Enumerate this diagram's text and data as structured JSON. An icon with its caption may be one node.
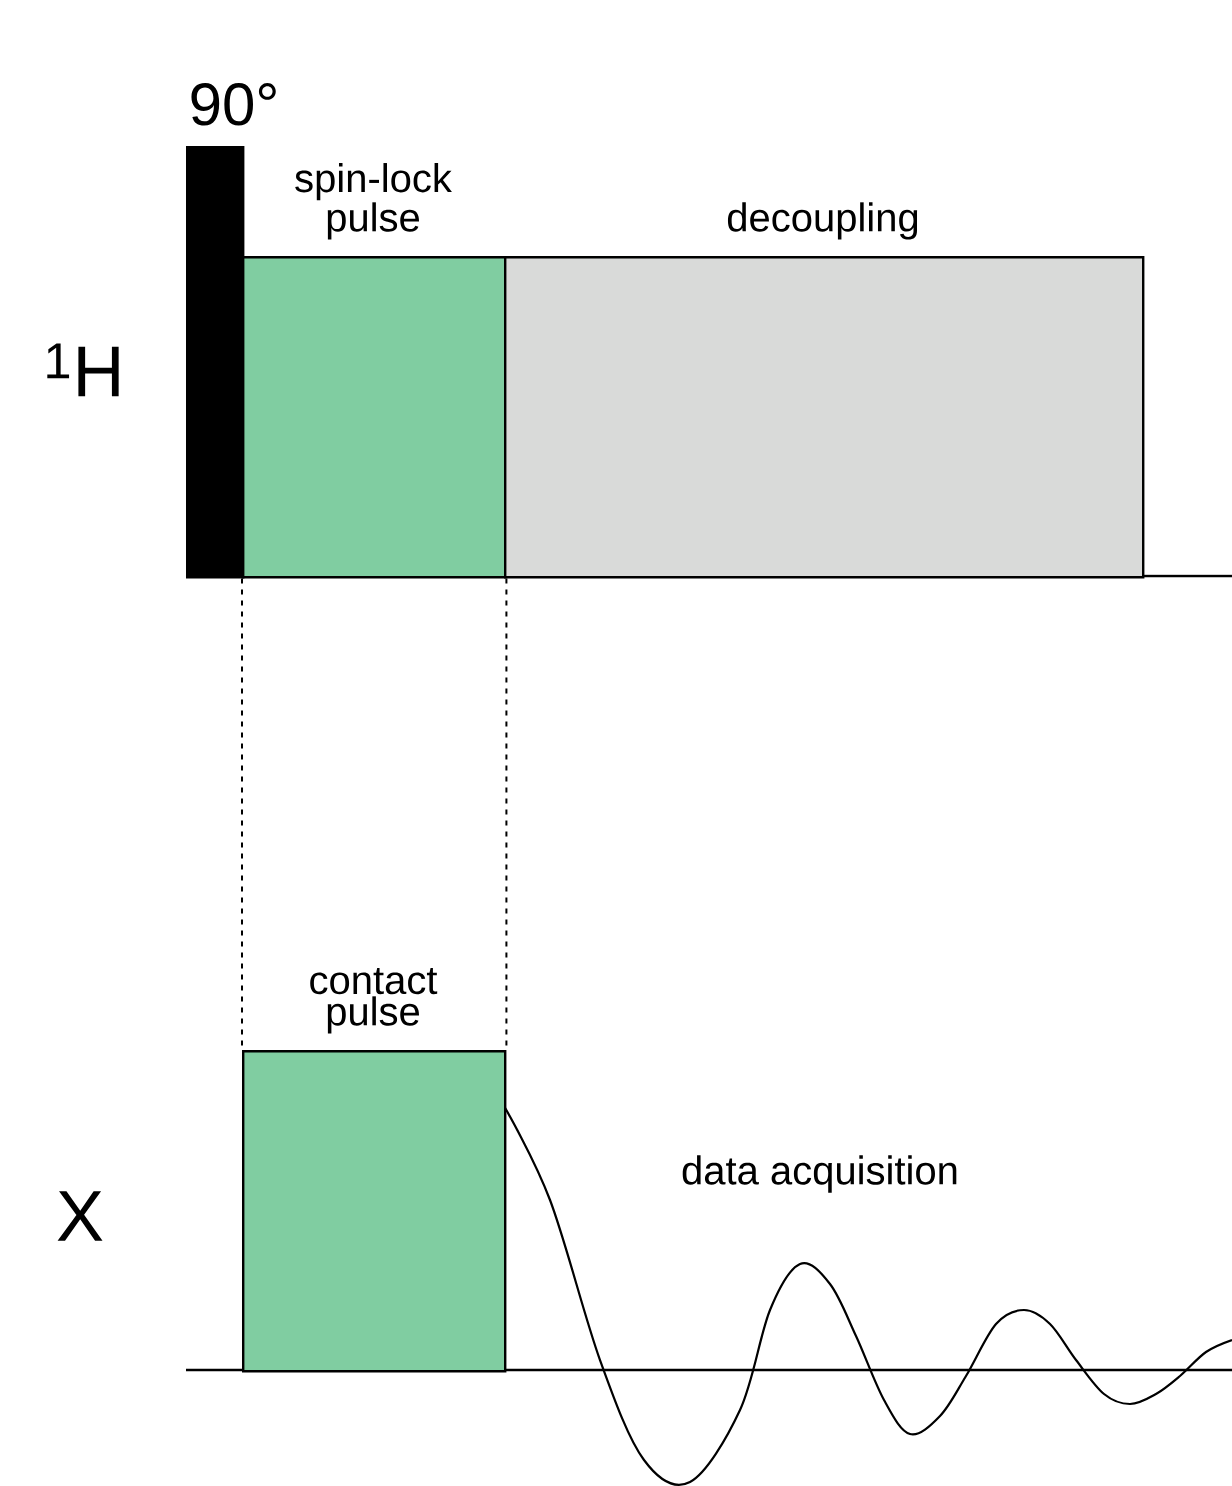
{
  "diagram": {
    "nodes": [
      {
        "text": [],
        "shape": "bar",
        "beside": [
          "90°"
        ]
      },
      {
        "text": [
          "spin-lock pulse"
        ]
      },
      {
        "text": [
          "decoupling"
        ]
      },
      {
        "text": [
          "contact pulse"
        ]
      }
    ],
    "edges": [
      {
        "from": 1,
        "to": 3,
        "arrow": "none",
        "style": "dashed"
      },
      {
        "from": 1,
        "to": 3,
        "arrow": "none",
        "style": "dashed"
      }
    ],
    "labels": [
      "$^{1}$H",
      "X",
      "data acquisition"
    ]
  }
}
